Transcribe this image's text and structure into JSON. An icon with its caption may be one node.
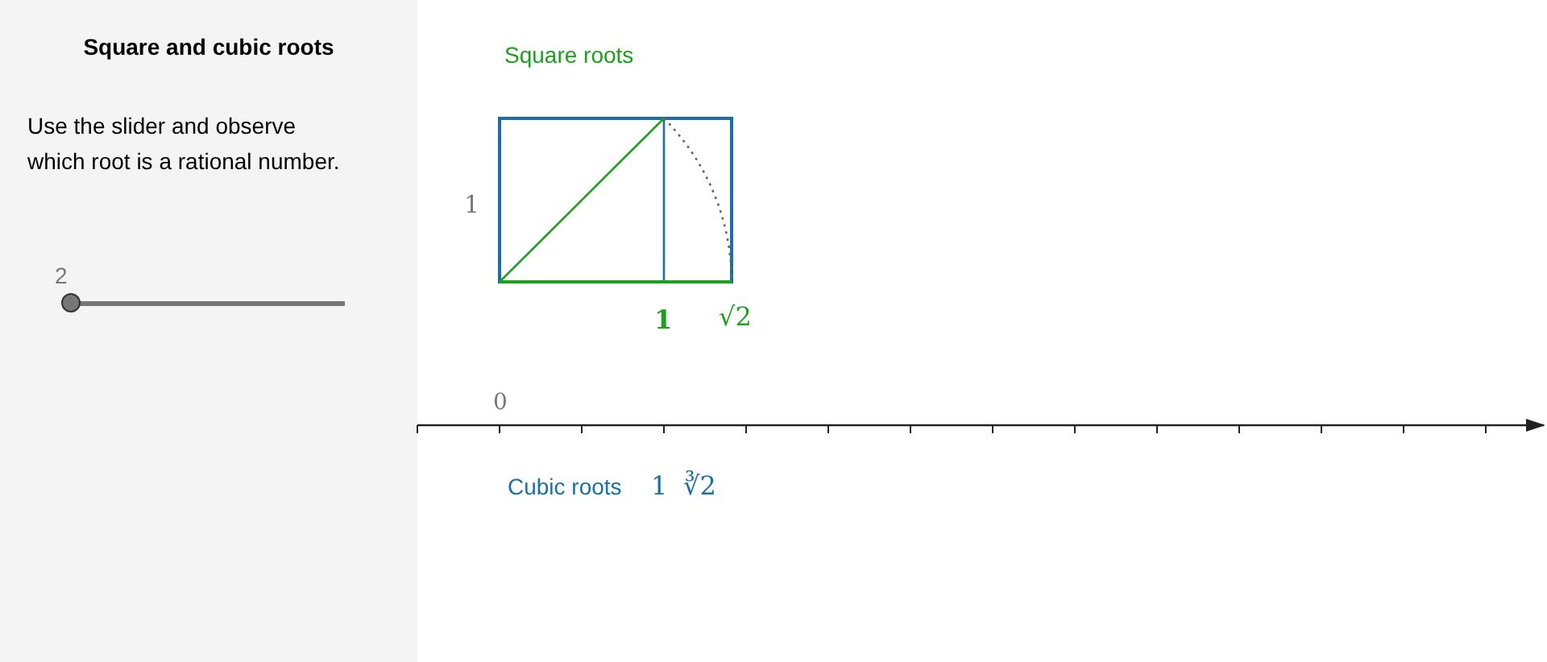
{
  "diagram": {
    "title": "Square and cubic roots",
    "labels": [
      "Use the slider and observe which root is a rational number.",
      "2",
      "Square roots",
      "1",
      "1",
      "√2",
      "0",
      "Cubic roots",
      "1",
      "∛2"
    ]
  }
}
